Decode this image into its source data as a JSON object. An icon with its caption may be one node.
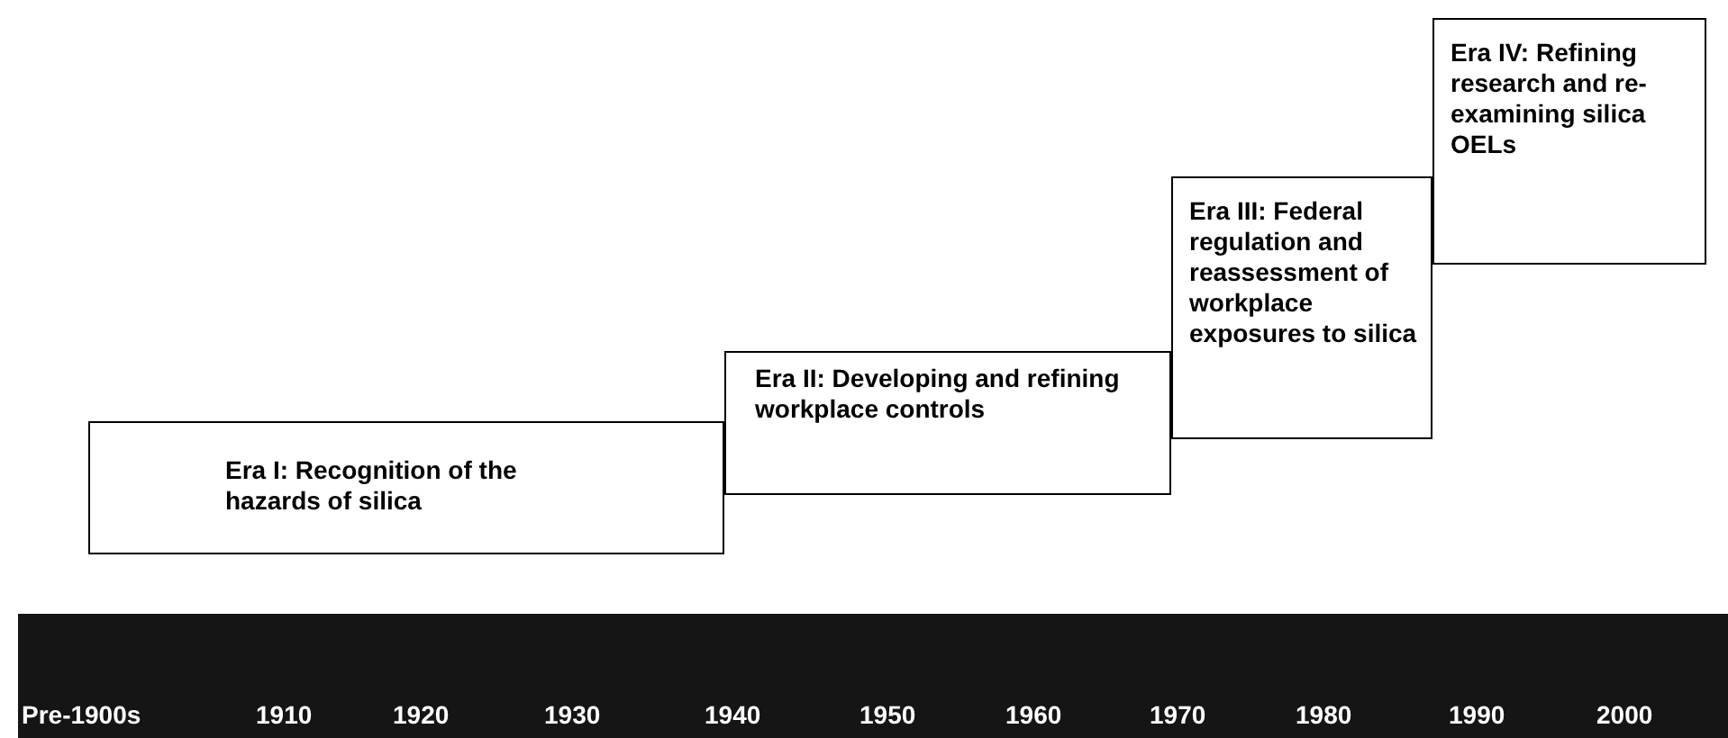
{
  "diagram": {
    "nodes": [
      {
        "text": [
          "Era I: Recognition of the hazards of silica"
        ]
      },
      {
        "text": [
          "Era II: Developing and refining workplace controls"
        ]
      },
      {
        "text": [
          "Era III: Federal regulation and reassessment of workplace exposures to silica"
        ]
      },
      {
        "text": [
          "Era IV: Refining research and re-examining silica OELs"
        ]
      }
    ],
    "labels": [
      "Pre-1900s",
      "1910",
      "1920",
      "1930",
      "1940",
      "1950",
      "1960",
      "1970",
      "1980",
      "1990",
      "2000"
    ]
  }
}
